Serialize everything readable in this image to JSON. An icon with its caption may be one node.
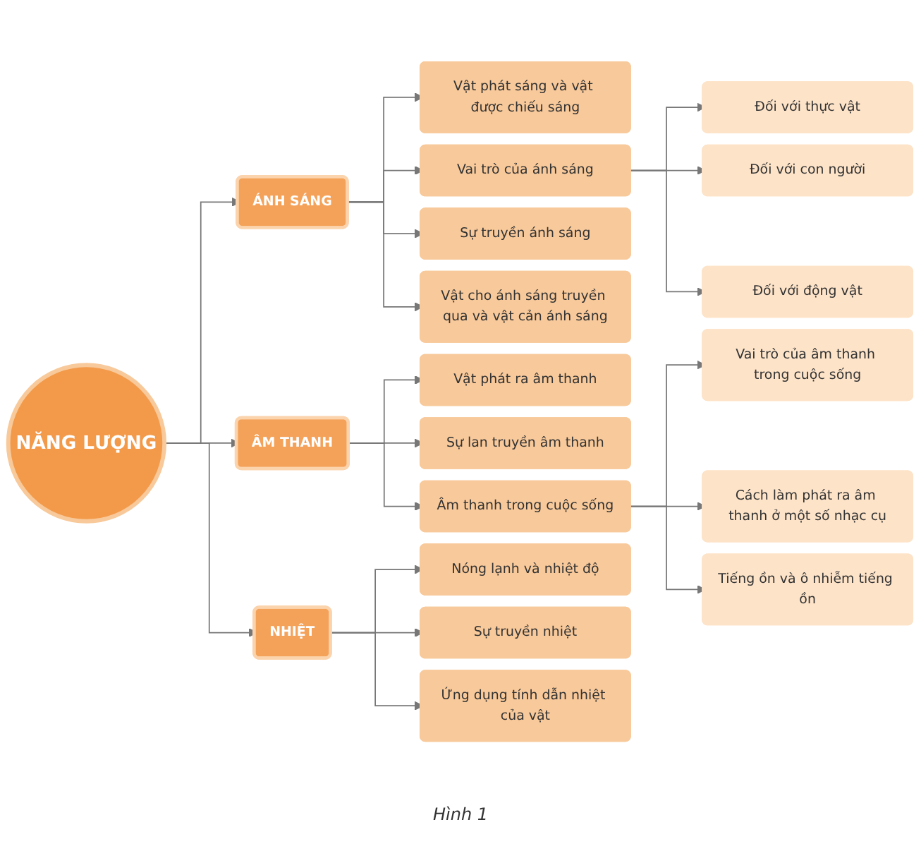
{
  "diagram": {
    "caption": "Hình 1",
    "nodes": [
      {
        "text": [
          "NĂNG LƯỢNG"
        ]
      },
      {
        "text": [
          "ÁNH SÁNG"
        ]
      },
      {
        "text": [
          "Vật phát sáng và vật được chiếu sáng"
        ]
      },
      {
        "text": [
          "Vai trò của ánh sáng"
        ]
      },
      {
        "text": [
          "Đối với thực vật"
        ]
      },
      {
        "text": [
          "Đối với con người"
        ]
      },
      {
        "text": [
          "Đối với động vật"
        ]
      },
      {
        "text": [
          "Sự truyền ánh sáng"
        ]
      },
      {
        "text": [
          "Vật cho ánh sáng truyền qua và vật cản ánh sáng"
        ]
      },
      {
        "text": [
          "ÂM THANH"
        ]
      },
      {
        "text": [
          "Vật phát ra âm thanh"
        ]
      },
      {
        "text": [
          "Sự lan truyền âm thanh"
        ]
      },
      {
        "text": [
          "Âm thanh trong cuộc sống"
        ]
      },
      {
        "text": [
          "Vai trò của âm thanh trong cuộc sống"
        ]
      },
      {
        "text": [
          "Cách làm phát ra âm thanh ở một số nhạc cụ"
        ]
      },
      {
        "text": [
          "Tiếng ồn và ô nhiễm tiếng ồn"
        ]
      },
      {
        "text": [
          "NHIỆT"
        ]
      },
      {
        "text": [
          "Nóng lạnh và nhiệt độ"
        ]
      },
      {
        "text": [
          "Sự truyền nhiệt"
        ]
      },
      {
        "text": [
          "Ứng dụng tính dẫn nhiệt của vật"
        ]
      }
    ],
    "edges": [
      {
        "from": 0,
        "to": 1,
        "arrow": "to"
      },
      {
        "from": 1,
        "to": 2,
        "arrow": "to"
      },
      {
        "from": 1,
        "to": 3,
        "arrow": "to"
      },
      {
        "from": 3,
        "to": 4,
        "arrow": "to"
      },
      {
        "from": 3,
        "to": 5,
        "arrow": "to"
      },
      {
        "from": 3,
        "to": 6,
        "arrow": "to"
      },
      {
        "from": 1,
        "to": 7,
        "arrow": "to"
      },
      {
        "from": 1,
        "to": 8,
        "arrow": "to"
      },
      {
        "from": 0,
        "to": 9,
        "arrow": "to"
      },
      {
        "from": 9,
        "to": 10,
        "arrow": "to"
      },
      {
        "from": 9,
        "to": 11,
        "arrow": "to"
      },
      {
        "from": 9,
        "to": 12,
        "arrow": "to"
      },
      {
        "from": 12,
        "to": 13,
        "arrow": "to"
      },
      {
        "from": 12,
        "to": 14,
        "arrow": "to"
      },
      {
        "from": 12,
        "to": 15,
        "arrow": "to"
      },
      {
        "from": 0,
        "to": 16,
        "arrow": "to"
      },
      {
        "from": 16,
        "to": 17,
        "arrow": "to"
      },
      {
        "from": 16,
        "to": 18,
        "arrow": "to"
      },
      {
        "from": 16,
        "to": 19,
        "arrow": "to"
      }
    ]
  }
}
